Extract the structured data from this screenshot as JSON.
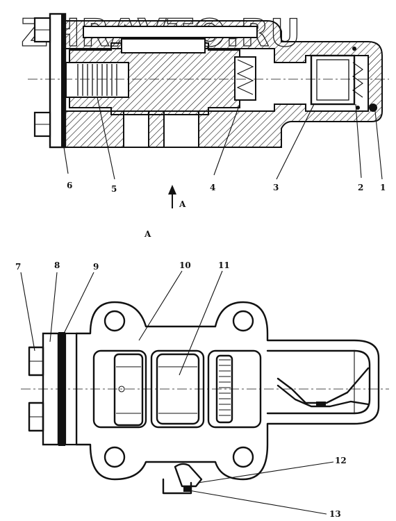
{
  "watermark": "ZHRAVTO.RU",
  "view_arrow_label": "A",
  "view_title": "A",
  "part_labels": [
    "1",
    "2",
    "3",
    "4",
    "5",
    "6",
    "7",
    "8",
    "9",
    "10",
    "11",
    "12",
    "13"
  ]
}
